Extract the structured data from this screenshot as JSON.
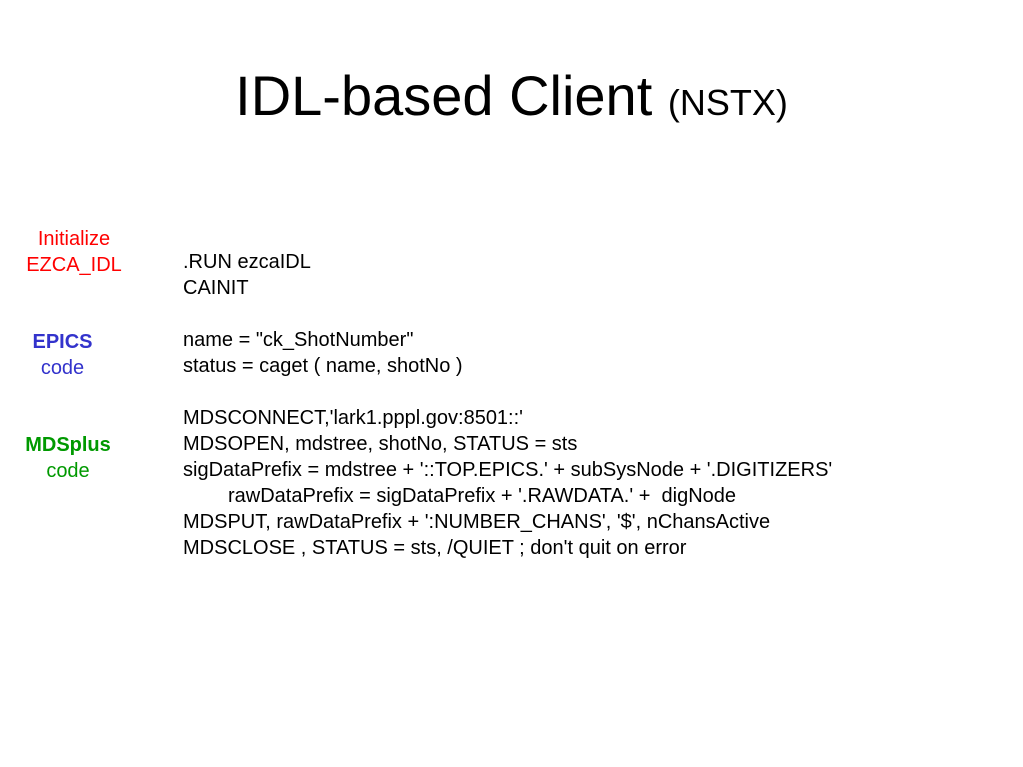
{
  "title": {
    "main": "IDL-based Client",
    "suffix": "(NSTX)"
  },
  "labels": {
    "initialize": {
      "line1": "Initialize",
      "line2": "EZCA_IDL",
      "color": "#ff0000"
    },
    "epics": {
      "line1": "EPICS",
      "line2": "code",
      "color": "#3333cc"
    },
    "mdsplus": {
      "line1": "MDSplus",
      "line2": "code",
      "color": "#009900"
    }
  },
  "code_lines": [
    ".RUN ezcaIDL",
    "CAINIT",
    "",
    "name = \"ck_ShotNumber\"",
    "status = caget ( name, shotNo )",
    "",
    "MDSCONNECT,'lark1.pppl.gov:8501::'",
    "MDSOPEN, mdstree, shotNo, STATUS = sts",
    "sigDataPrefix = mdstree + '::TOP.EPICS.' + subSysNode + '.DIGITIZERS'",
    "rawDataPrefix = sigDataPrefix + '.RAWDATA.' +  digNode",
    "MDSPUT, rawDataPrefix + ':NUMBER_CHANS', '$', nChansActive",
    "MDSCLOSE , STATUS = sts, /QUIET ; don't quit on error"
  ]
}
